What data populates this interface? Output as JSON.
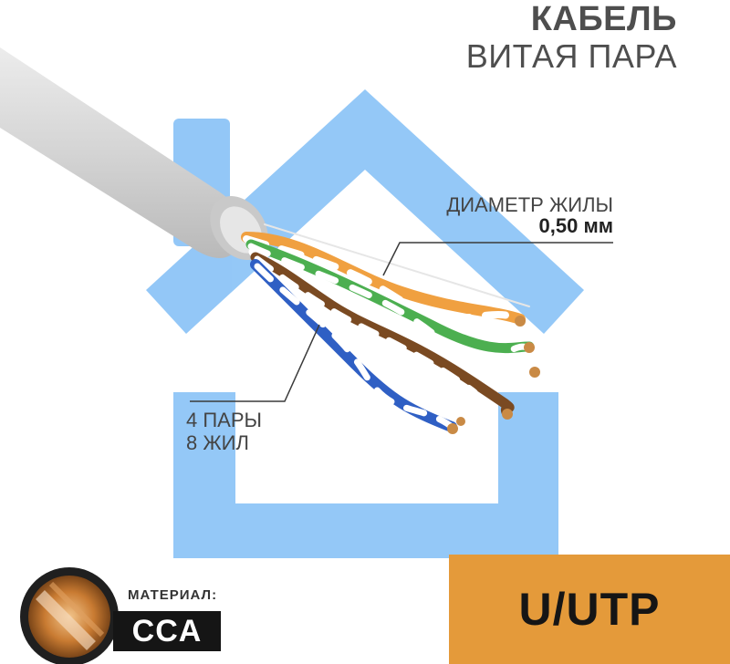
{
  "header": {
    "title_line1": "КАБЕЛЬ",
    "title_line2": "ВИТАЯ ПАРА"
  },
  "callouts": {
    "diameter_label": "ДИАМЕТР ЖИЛЫ",
    "diameter_value": "0,50 мм",
    "pairs_line1": "4 ПАРЫ",
    "pairs_line2": "8 ЖИЛ"
  },
  "material": {
    "label": "МАТЕРИАЛ:",
    "value": "CCA"
  },
  "cable_type": {
    "value": "U/UTP"
  },
  "colors": {
    "house": "#8ec5f7",
    "jacket": "#d6d6d6",
    "orange": "#f0a040",
    "green": "#4caf50",
    "blue": "#2f5fc4",
    "brown": "#7a4a22",
    "copper": "#d08a42",
    "badge": "#e49a3a"
  },
  "icons": {
    "house": "house-outline-icon",
    "copper_wire": "copper-wire-section-icon"
  }
}
